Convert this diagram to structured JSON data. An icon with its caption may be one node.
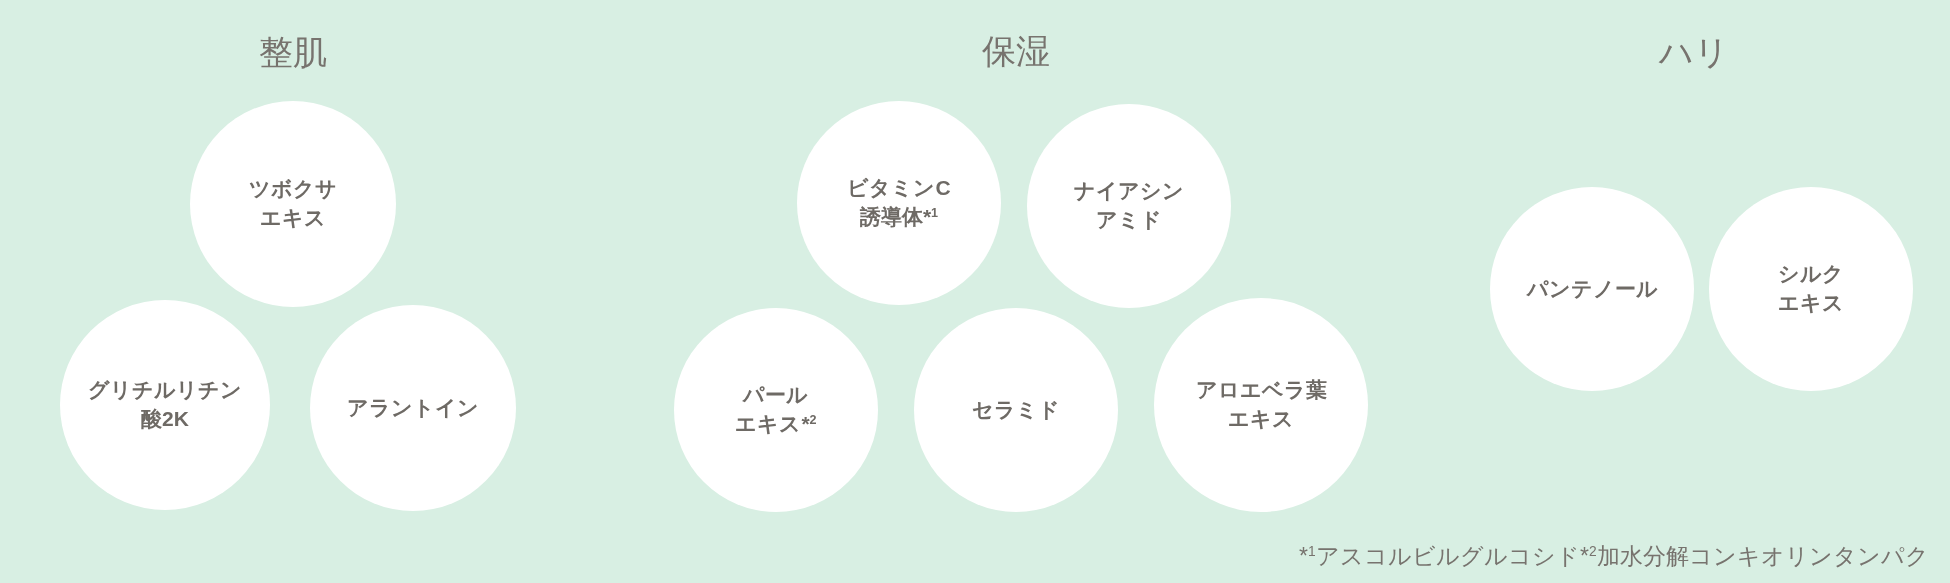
{
  "diagram": {
    "nodes": [
      {
        "text": [
          "ツボクサエキス"
        ]
      },
      {
        "text": [
          "グリチルリチン酸2K"
        ]
      },
      {
        "text": [
          "アラントイン"
        ]
      },
      {
        "text": [
          "ビタミンC誘導体*$^{1}$"
        ]
      },
      {
        "text": [
          "ナイアシンアミド"
        ]
      },
      {
        "text": [
          "パールエキス*$^{2}$"
        ]
      },
      {
        "text": [
          "セラミド"
        ]
      },
      {
        "text": [
          "アロエベラ葉エキス"
        ]
      },
      {
        "text": [
          "パンテノール"
        ]
      },
      {
        "text": [
          "シルクエキス"
        ]
      }
    ],
    "labels": [
      "整肌",
      "保湿",
      "ハリ",
      "*$^{1}$アスコルビルグルコシド",
      "*$^{2}$加水分解コンキオリンタンパク"
    ]
  }
}
